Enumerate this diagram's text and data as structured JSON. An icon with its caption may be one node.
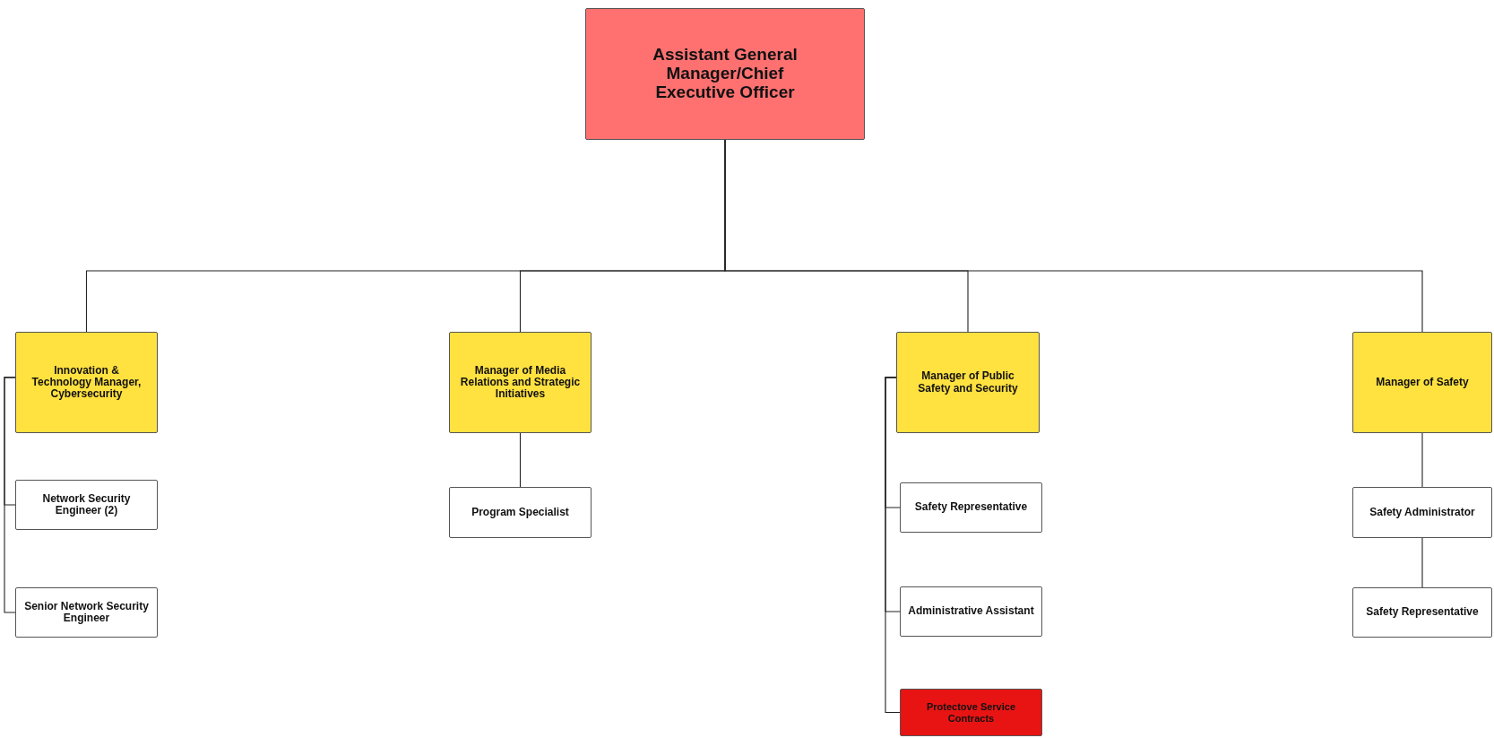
{
  "diagram": {
    "nodes": [
      {
        "text": [
          "Assistant General Manager/Chief Executive Officer"
        ]
      },
      {
        "text": [
          "Innovation & Technology Manager, Cybersecurity"
        ]
      },
      {
        "text": [
          "Manager of Media Relations and Strategic Initiatives"
        ]
      },
      {
        "text": [
          "Manager of Public Safety and Security"
        ]
      },
      {
        "text": [
          "Manager of Safety"
        ]
      },
      {
        "text": [
          "Network Security Engineer (2)"
        ]
      },
      {
        "text": [
          "Senior Network Security Engineer"
        ]
      },
      {
        "text": [
          "Program Specialist"
        ]
      },
      {
        "text": [
          "Safety Representative"
        ]
      },
      {
        "text": [
          "Administrative Assistant"
        ]
      },
      {
        "text": [
          "Protectove Service Contracts"
        ]
      },
      {
        "text": [
          "Safety Administrator"
        ]
      },
      {
        "text": [
          "Safety Representative"
        ]
      }
    ],
    "edges": [
      {
        "from": 0,
        "to": 1,
        "arrow": "none"
      },
      {
        "from": 0,
        "to": 2,
        "arrow": "none"
      },
      {
        "from": 0,
        "to": 3,
        "arrow": "none"
      },
      {
        "from": 0,
        "to": 4,
        "arrow": "none"
      },
      {
        "from": 1,
        "to": 5,
        "arrow": "none"
      },
      {
        "from": 1,
        "to": 6,
        "arrow": "none"
      },
      {
        "from": 2,
        "to": 7,
        "arrow": "none"
      },
      {
        "from": 3,
        "to": 8,
        "arrow": "none"
      },
      {
        "from": 3,
        "to": 9,
        "arrow": "none"
      },
      {
        "from": 3,
        "to": 10,
        "arrow": "none"
      },
      {
        "from": 4,
        "to": 11,
        "arrow": "none"
      },
      {
        "from": 11,
        "to": 12,
        "arrow": "none"
      }
    ]
  }
}
